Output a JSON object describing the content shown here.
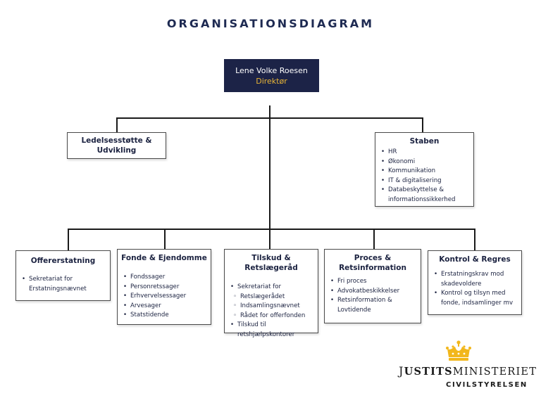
{
  "title": "ORGANISATIONSDIAGRAM",
  "director": {
    "name": "Lene Volke Roesen",
    "role": "Direktør"
  },
  "upper": {
    "left": {
      "title_line1": "Ledelsesstøtte &",
      "title_line2": "Udvikling"
    },
    "right": {
      "title": "Staben",
      "items": [
        "HR",
        "Økonomi",
        "Kommunikation",
        "IT & digitalisering",
        "Databeskyttelse &",
        "informationssikkerhed"
      ]
    }
  },
  "units": [
    {
      "title_line1": "Offererstatning",
      "items": [
        "Sekretariat for",
        "Erstatningsnævnet"
      ]
    },
    {
      "title_line1": "Fonde & Ejendomme",
      "items": [
        "Fondssager",
        "Personretssager",
        "Erhvervelsessager",
        "Arvesager",
        "Statstidende"
      ]
    },
    {
      "title_line1": "Tilskud & Retslægeråd",
      "items": [
        "Sekretariat for",
        "Tilskud til",
        "retshjælpskontorer"
      ],
      "subitems": [
        "Retslægerådet",
        "Indsamlingsnævnet",
        "Rådet for offerfonden"
      ]
    },
    {
      "title_line1": "Proces &",
      "title_line2": "Retsinformation",
      "items": [
        "Fri proces",
        "Advokatbeskikkelser",
        "Retsinformation &",
        "Lovtidende"
      ]
    },
    {
      "title_line1": "Kontrol & Regres",
      "items": [
        "Erstatningskrav mod",
        "skadevoldere",
        "Kontrol og tilsyn med",
        "fonde, indsamlinger mv"
      ]
    }
  ],
  "logo": {
    "line1_a": "J",
    "line1_b": "USTITS",
    "line1_c": "MINISTERIET",
    "line2": "CIVILSTYRELSEN",
    "crown_color": "#f2b71c"
  },
  "colors": {
    "navy": "#1c2347",
    "gold": "#e7b437"
  }
}
